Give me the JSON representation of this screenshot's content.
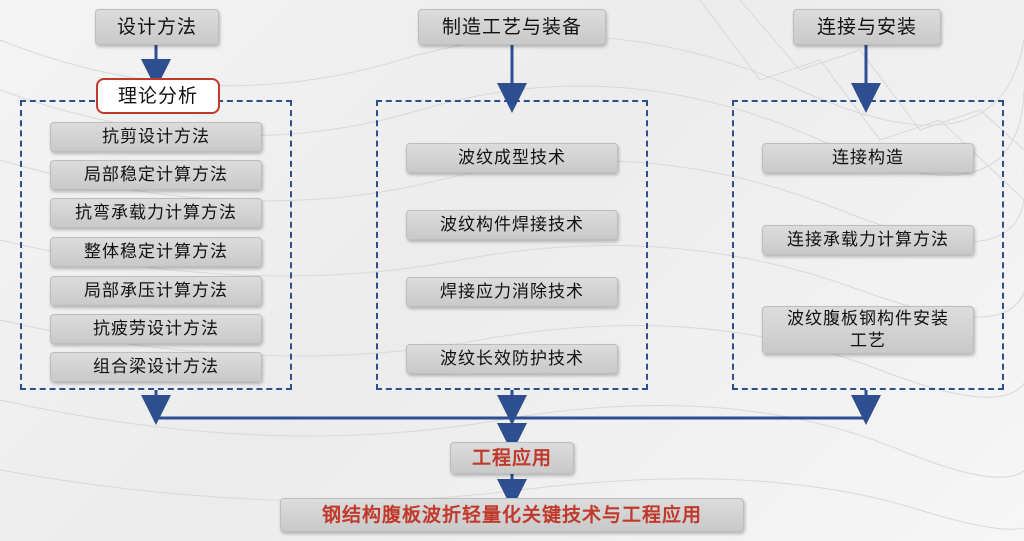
{
  "columns": {
    "design": {
      "heading": "设计方法",
      "sub_heading": "理论分析",
      "items": [
        "抗剪设计方法",
        "局部稳定计算方法",
        "抗弯承载力计算方法",
        "整体稳定计算方法",
        "局部承压计算方法",
        "抗疲劳设计方法",
        "组合梁设计方法"
      ]
    },
    "manufacturing": {
      "heading": "制造工艺与装备",
      "items": [
        "波纹成型技术",
        "波纹构件焊接技术",
        "焊接应力消除技术",
        "波纹长效防护技术"
      ]
    },
    "connection": {
      "heading": "连接与安装",
      "items": [
        "连接构造",
        "连接承载力计算方法",
        "波纹腹板钢构件安装工艺"
      ]
    }
  },
  "application": "工程应用",
  "final": "钢结构腹板波折轻量化关键技术与工程应用",
  "colors": {
    "connector": "#2d4f8f",
    "accent_red": "#c0392b",
    "box_fill": "#d3d3d3"
  }
}
